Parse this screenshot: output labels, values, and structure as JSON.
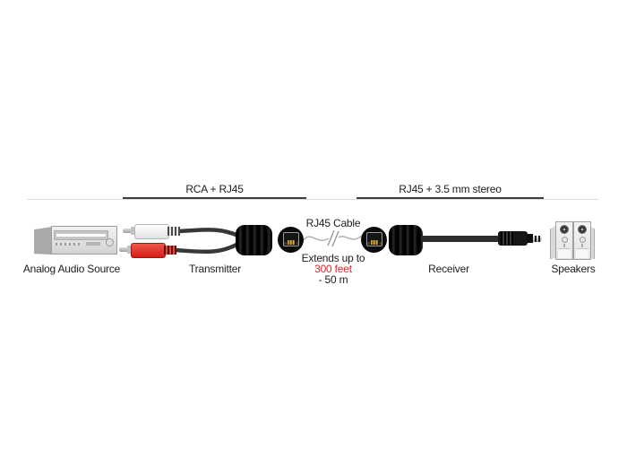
{
  "page": {
    "background": "#ffffff"
  },
  "sections": {
    "left": {
      "label": "RCA + RJ45"
    },
    "right": {
      "label": "RJ45 + 3.5 mm stereo"
    }
  },
  "devices": {
    "source": {
      "label": "Analog Audio Source"
    },
    "transmitter": {
      "label": "Transmitter"
    },
    "receiver": {
      "label": "Receiver"
    },
    "speakers": {
      "label": "Speakers"
    }
  },
  "cable_note": {
    "title": "RJ45 Cable",
    "line1": "Extends up to",
    "line2": "300 feet",
    "line3": "- 50 m"
  },
  "icons": {
    "rca_plug_white": "css-shape",
    "rca_plug_red": "css-shape",
    "rj45_jack": "css-shape",
    "stereo_plug_3_5mm": "css-shape",
    "cable_break": "svg-double-slash"
  },
  "colors": {
    "text": "#1d1d1b",
    "accent_red": "#e5232b",
    "rule_dark": "#3f3f3f",
    "rule_light": "#dcdcdc",
    "cable_dark": "#383838",
    "cable_light": "#b3b3b3",
    "rca_red": "#d41e16",
    "gold": "#d8a62e"
  }
}
